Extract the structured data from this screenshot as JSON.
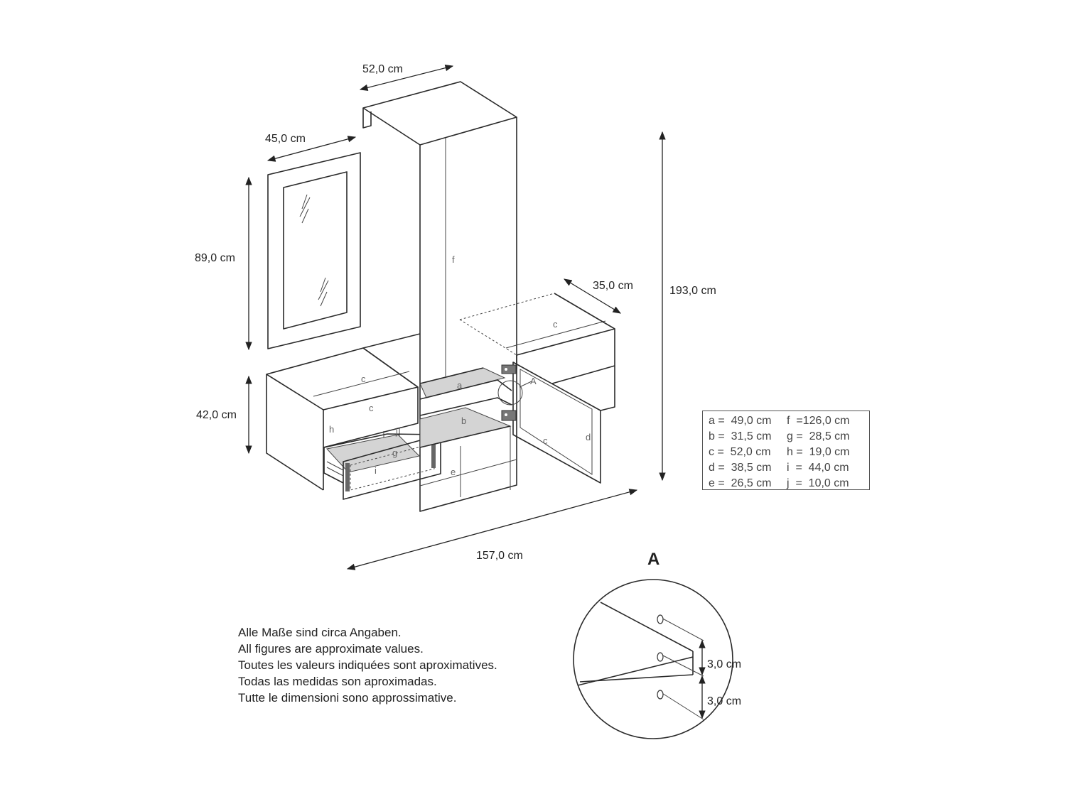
{
  "dimensions": {
    "depth_top": "52,0 cm",
    "mirror_width": "45,0 cm",
    "mirror_height": "89,0 cm",
    "cabinet_height": "42,0 cm",
    "side_depth": "35,0 cm",
    "total_height": "193,0 cm",
    "total_width": "157,0 cm",
    "detail_top": "3,0 cm",
    "detail_bottom": "3,0 cm"
  },
  "part_labels": {
    "a": "a",
    "b": "b",
    "c": "c",
    "d": "d",
    "e": "e",
    "f": "f",
    "g": "g",
    "h": "h",
    "i": "i",
    "j": "j",
    "hinge_ref": "A"
  },
  "detail_title": "A",
  "legend": [
    {
      "left": "a =  49,0 cm",
      "right": "f  =126,0 cm"
    },
    {
      "left": "b =  31,5 cm",
      "right": "g =  28,5 cm"
    },
    {
      "left": "c =  52,0 cm",
      "right": "h =  19,0 cm"
    },
    {
      "left": "d =  38,5 cm",
      "right": "i  =  44,0 cm"
    },
    {
      "left": "e =  26,5 cm",
      "right": "j  =  10,0 cm"
    }
  ],
  "notes": [
    "Alle Maße sind circa Angaben.",
    "All figures are approximate values.",
    "Toutes les valeurs indiquées sont aproximatives.",
    "Todas las medidas son aproximadas.",
    "Tutte le dimensioni sono approssimative."
  ]
}
